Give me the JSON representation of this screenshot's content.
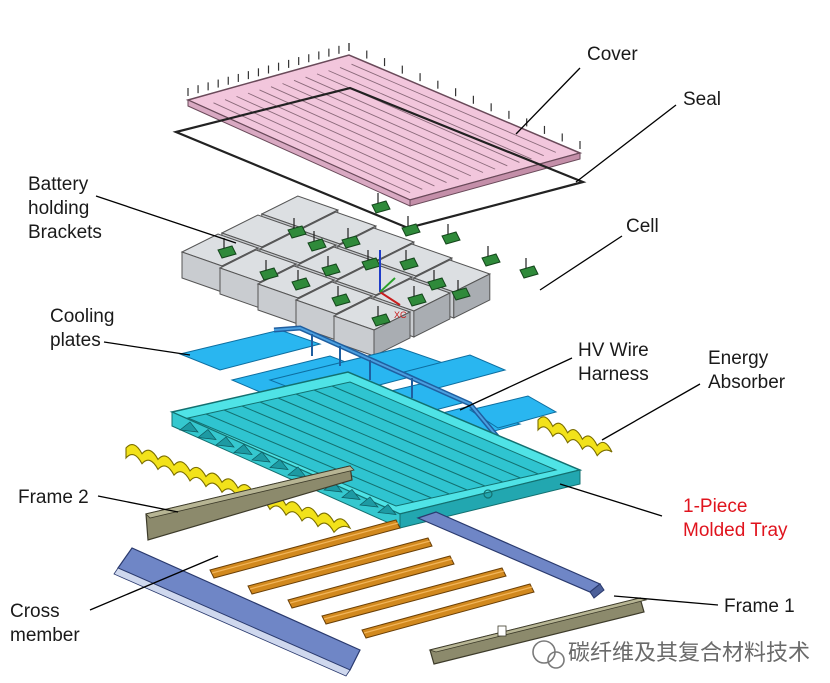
{
  "labels": {
    "cover": "Cover",
    "seal": "Seal",
    "brackets": [
      "Battery",
      "holding",
      "Brackets"
    ],
    "cell": "Cell",
    "cooling": [
      "Cooling",
      "plates"
    ],
    "hv": [
      "HV Wire",
      "Harness"
    ],
    "energy": [
      "Energy",
      "Absorber"
    ],
    "frame2": "Frame 2",
    "tray": [
      "1-Piece",
      "Molded Tray"
    ],
    "cross": [
      "Cross",
      "member"
    ],
    "frame1": "Frame 1"
  },
  "axis_label": "XC",
  "watermark": "碳纤维及其复合材料技术",
  "colors": {
    "cover": "#f2c6dc",
    "cell": "#c9ccd0",
    "bracket": "#2f8a3a",
    "cooling": "#29b6f0",
    "tray": "#4fe3e6",
    "absorber": "#f2e21a",
    "frame": "#8c8a6c",
    "crossmember": "#d2891e",
    "frame_blue": "#6f86c6",
    "tray_label": "#e0141e"
  }
}
